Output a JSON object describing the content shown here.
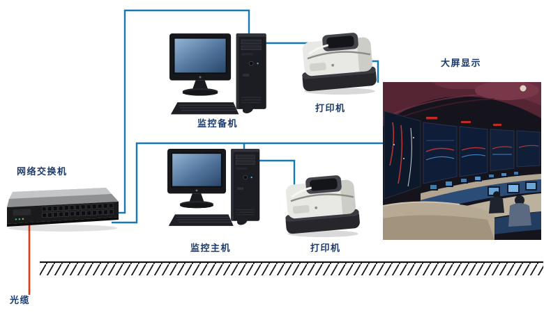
{
  "diagram": {
    "type": "network-topology",
    "devices": {
      "switch": {
        "label": "网络交换机",
        "icon": "network-switch-icon"
      },
      "backup_computer": {
        "label": "监控备机",
        "icon": "computer-icon"
      },
      "main_computer": {
        "label": "监控主机",
        "icon": "computer-icon"
      },
      "printer_top": {
        "label": "打印机",
        "icon": "printer-icon"
      },
      "printer_bottom": {
        "label": "打印机",
        "icon": "printer-icon"
      },
      "big_screen": {
        "label": "大屏显示",
        "icon": "control-room-photo"
      },
      "fiber_cable": {
        "label": "光缆",
        "icon": "fiber-cable-line"
      }
    },
    "colors": {
      "connection_line": "#1779b4",
      "label_text": "#1a3a6e",
      "fiber_cable": "#e8380d",
      "ground": "#141414"
    }
  }
}
